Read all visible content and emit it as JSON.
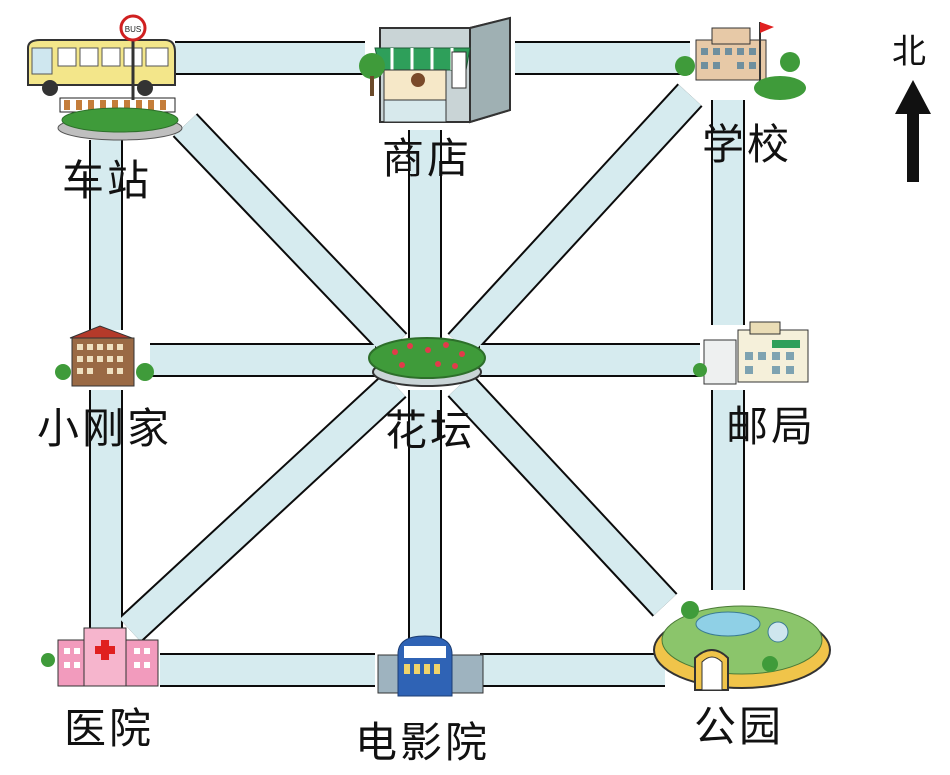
{
  "map": {
    "places": {
      "station": "车站",
      "shop": "商店",
      "school": "学校",
      "home": "小刚家",
      "flowerbed": "花坛",
      "post_office": "邮局",
      "hospital": "医院",
      "cinema": "电影院",
      "park": "公园"
    },
    "compass": {
      "label": "北"
    }
  },
  "colors": {
    "road_fill": "#d9ecf0",
    "road_edge": "#0b0b0b",
    "shop_awning": "#2e9f5a",
    "hospital": "#f29bbd",
    "cinema": "#2f63b5",
    "park_wall": "#f0c44a",
    "bus": "#f3e68a",
    "greenery": "#3f9b3a"
  }
}
